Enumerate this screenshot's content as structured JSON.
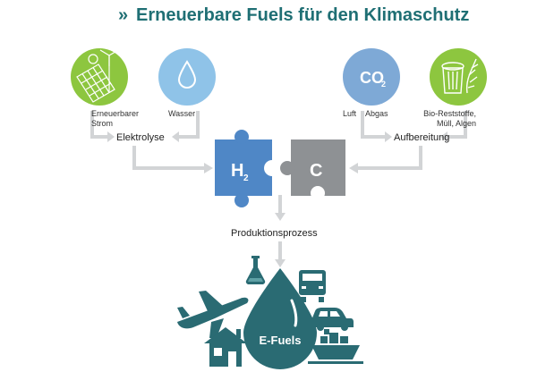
{
  "title": "Erneuerbare Fuels für den Klimaschutz",
  "title_prefix": "»",
  "colors": {
    "teal": "#1f6f74",
    "green": "#8dc63f",
    "light_blue": "#8fc3e8",
    "co2_blue": "#7ea9d6",
    "puzzle_blue": "#4f87c6",
    "puzzle_gray": "#8e9194",
    "arrow_gray": "#d2d4d6",
    "icon_teal": "#2a6b73"
  },
  "sources": {
    "strom": "Erneuerbarer Strom",
    "strom_line1": "Erneuerbarer",
    "strom_line2": "Strom",
    "wasser": "Wasser",
    "luft": "Luft",
    "abgas": "Abgas",
    "co2_main": "CO",
    "co2_sub": "2",
    "bio": "Bio-Reststoffe, Müll, Algen",
    "bio_line1": "Bio-Reststoffe,",
    "bio_line2": "Müll, Algen"
  },
  "process": {
    "elektrolyse": "Elektrolyse",
    "aufbereitung": "Aufbereitung",
    "h2_main": "H",
    "h2_sub": "2",
    "c": "C",
    "produktionsprozess": "Produktionsprozess"
  },
  "output": {
    "efuels": "E-Fuels",
    "icons": [
      "flask-icon",
      "truck-icon",
      "airplane-icon",
      "car-icon",
      "house-icon",
      "ship-icon"
    ]
  }
}
